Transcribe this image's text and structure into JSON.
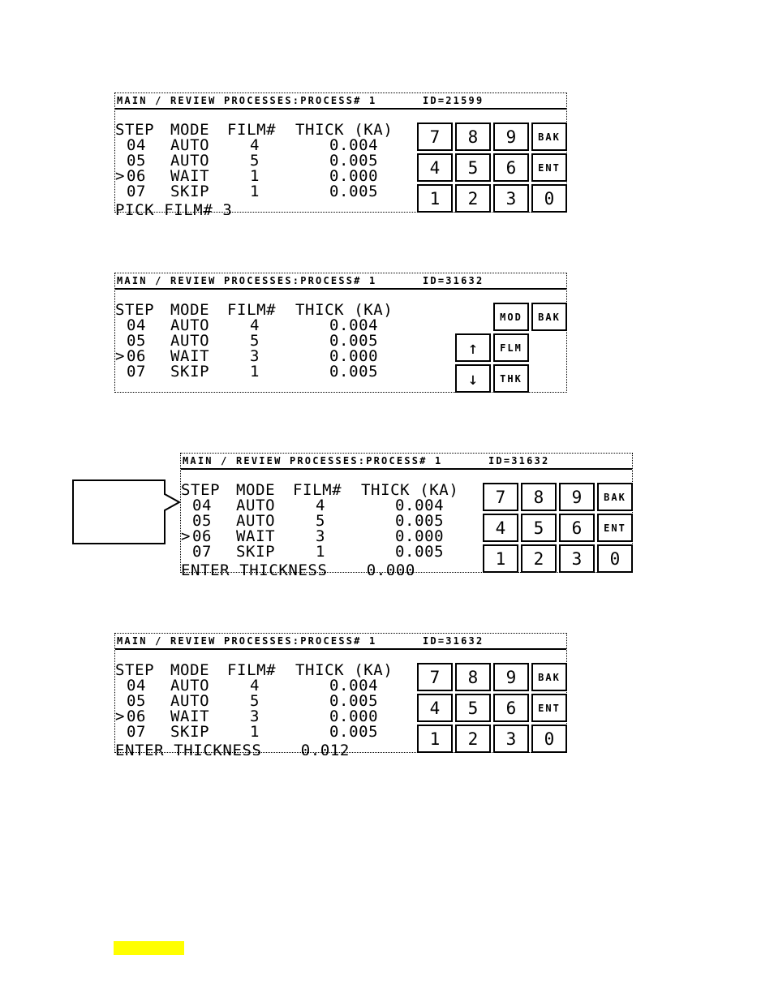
{
  "screens": [
    {
      "header": "MAIN / REVIEW PROCESSES:PROCESS# 1      ID=21599",
      "columns": [
        "STEP",
        "MODE",
        "FILM#",
        "THICK (KA)"
      ],
      "rows": [
        {
          "step": "04",
          "mode": "AUTO",
          "film": "4",
          "thick": "0.004",
          "marker": ""
        },
        {
          "step": "05",
          "mode": "AUTO",
          "film": "5",
          "thick": "0.005",
          "marker": ""
        },
        {
          "step": "06",
          "mode": "WAIT",
          "film": "1",
          "thick": "0.000",
          "marker": ">"
        },
        {
          "step": "07",
          "mode": "SKIP",
          "film": "1",
          "thick": "0.005",
          "marker": ""
        }
      ],
      "prompt": "PICK FILM# 3",
      "keypad": [
        "7",
        "8",
        "9",
        "BAK",
        "4",
        "5",
        "6",
        "ENT",
        "1",
        "2",
        "3",
        "0"
      ]
    },
    {
      "header": "MAIN / REVIEW PROCESSES:PROCESS# 1      ID=31632",
      "columns": [
        "STEP",
        "MODE",
        "FILM#",
        "THICK (KA)"
      ],
      "rows": [
        {
          "step": "04",
          "mode": "AUTO",
          "film": "4",
          "thick": "0.004",
          "marker": ""
        },
        {
          "step": "05",
          "mode": "AUTO",
          "film": "5",
          "thick": "0.005",
          "marker": ""
        },
        {
          "step": "06",
          "mode": "WAIT",
          "film": "3",
          "thick": "0.000",
          "marker": ">"
        },
        {
          "step": "07",
          "mode": "SKIP",
          "film": "1",
          "thick": "0.005",
          "marker": ""
        }
      ],
      "prompt": "",
      "nav": {
        "mod": "MOD",
        "bak": "BAK",
        "up": "↑",
        "flm": "FLM",
        "down": "↓",
        "thk": "THK"
      }
    },
    {
      "header": "MAIN / REVIEW PROCESSES:PROCESS# 1      ID=31632",
      "columns": [
        "STEP",
        "MODE",
        "FILM#",
        "THICK (KA)"
      ],
      "rows": [
        {
          "step": "04",
          "mode": "AUTO",
          "film": "4",
          "thick": "0.004",
          "marker": ""
        },
        {
          "step": "05",
          "mode": "AUTO",
          "film": "5",
          "thick": "0.005",
          "marker": ""
        },
        {
          "step": "06",
          "mode": "WAIT",
          "film": "3",
          "thick": "0.000",
          "marker": ">"
        },
        {
          "step": "07",
          "mode": "SKIP",
          "film": "1",
          "thick": "0.005",
          "marker": ""
        }
      ],
      "prompt": "ENTER THICKNESS    0.000",
      "keypad": [
        "7",
        "8",
        "9",
        "BAK",
        "4",
        "5",
        "6",
        "ENT",
        "1",
        "2",
        "3",
        "0"
      ]
    },
    {
      "header": "MAIN / REVIEW PROCESSES:PROCESS# 1      ID=31632",
      "columns": [
        "STEP",
        "MODE",
        "FILM#",
        "THICK (KA)"
      ],
      "rows": [
        {
          "step": "04",
          "mode": "AUTO",
          "film": "4",
          "thick": "0.004",
          "marker": ""
        },
        {
          "step": "05",
          "mode": "AUTO",
          "film": "5",
          "thick": "0.005",
          "marker": ""
        },
        {
          "step": "06",
          "mode": "WAIT",
          "film": "3",
          "thick": "0.000",
          "marker": ">"
        },
        {
          "step": "07",
          "mode": "SKIP",
          "film": "1",
          "thick": "0.005",
          "marker": ""
        }
      ],
      "prompt": "ENTER THICKNESS    0.012",
      "keypad": [
        "7",
        "8",
        "9",
        "BAK",
        "4",
        "5",
        "6",
        "ENT",
        "1",
        "2",
        "3",
        "0"
      ]
    }
  ],
  "highlight_color": "#ffff00"
}
